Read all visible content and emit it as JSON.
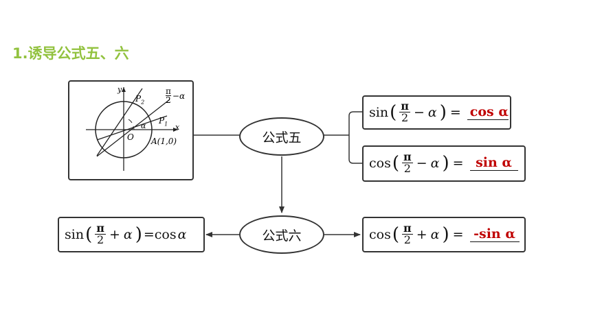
{
  "heading": "1.诱导公式五、六",
  "nodes": {
    "formula5": "公式五",
    "formula6": "公式六"
  },
  "figure": {
    "label_y": "y",
    "label_x": "x",
    "label_p2": "P",
    "label_p2_sub": "2",
    "label_p1": "P",
    "label_p1_sub": "1",
    "label_pi": "π",
    "label_two": "2",
    "label_minus_alpha": "−α",
    "label_alpha": "α",
    "label_o": "O",
    "label_a": "A(1,0)"
  },
  "formulas": {
    "f1": {
      "func": "sin",
      "num": "π",
      "den": "2",
      "op": "−",
      "var": "α",
      "eq": "=",
      "answer": "cos α"
    },
    "f2": {
      "func": "cos",
      "num": "π",
      "den": "2",
      "op": "−",
      "var": "α",
      "eq": "=",
      "answer": "sin α"
    },
    "f3": {
      "func": "sin",
      "num": "π",
      "den": "2",
      "op": "+",
      "var": "α",
      "eq": "=cos",
      "answer_var": "α"
    },
    "f4": {
      "func": "cos",
      "num": "π",
      "den": "2",
      "op": "+",
      "var": "α",
      "eq": "=",
      "answer": "-sin α"
    }
  },
  "colors": {
    "heading": "#92c23f",
    "answer": "#c00000",
    "stroke": "#333333"
  }
}
